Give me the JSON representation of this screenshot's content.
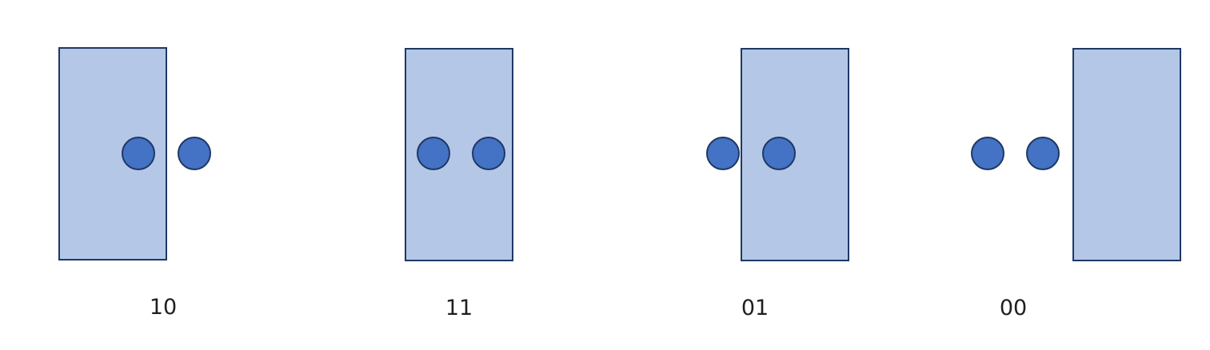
{
  "diagram": {
    "colors": {
      "rect_fill": "#b4c7e7",
      "rect_stroke": "#1f3864",
      "dot_fill": "#4472c4",
      "dot_stroke": "#1f3864",
      "label": "#1f1f1f"
    },
    "states": [
      {
        "label": "10"
      },
      {
        "label": "11"
      },
      {
        "label": "01"
      },
      {
        "label": "00"
      }
    ]
  }
}
